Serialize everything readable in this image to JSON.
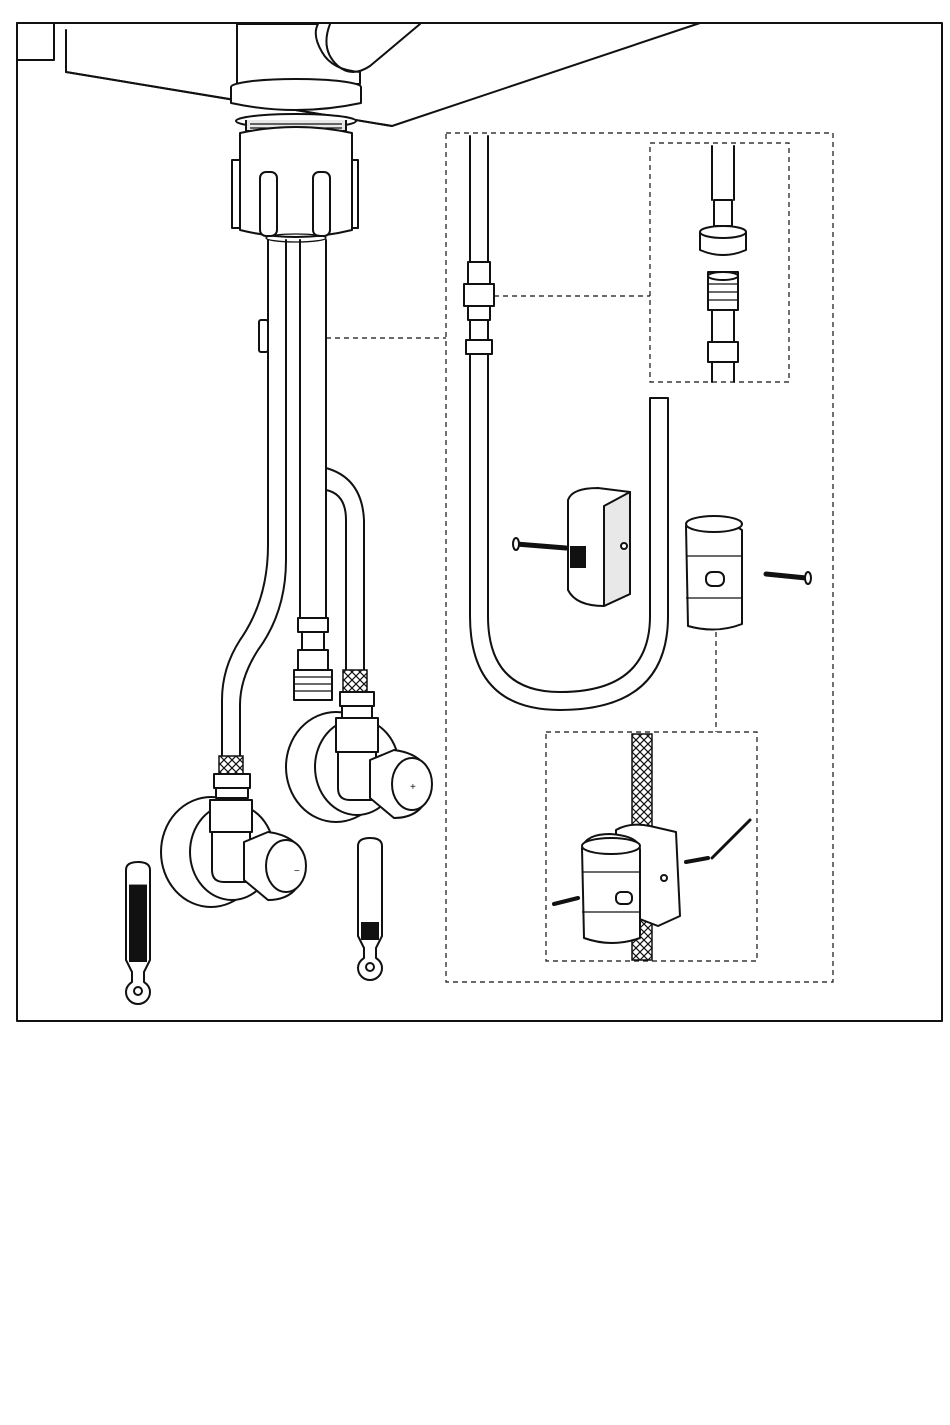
{
  "figure": {
    "step_number": "",
    "colors": {
      "line": "#111111",
      "fill": "#ffffff",
      "shade": "#e8e8e8"
    },
    "thermometers": [
      {
        "id": "hot",
        "level": 0.88
      },
      {
        "id": "cold",
        "level": 0.2
      }
    ],
    "valve_cap_marks": {
      "left": "−",
      "right": "+"
    }
  }
}
